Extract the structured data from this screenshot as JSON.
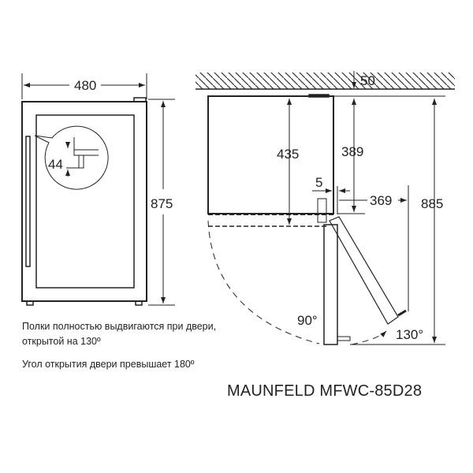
{
  "front_view": {
    "width": "480",
    "height": "875",
    "shelf_gap": "44"
  },
  "side_view": {
    "ceiling_gap": "50",
    "depth_body": "435",
    "depth_door": "389",
    "hinge_offset": "5",
    "door_clearance": "369",
    "total_height": "885",
    "angle_90": "90°",
    "angle_130": "130°"
  },
  "notes": {
    "line1": "Полки полностью выдвигаются при двери,",
    "line2": "открытой на 130º",
    "line3": "Угол открытия двери превышает 180º"
  },
  "model": "MAUNFELD MFWC-85D28"
}
